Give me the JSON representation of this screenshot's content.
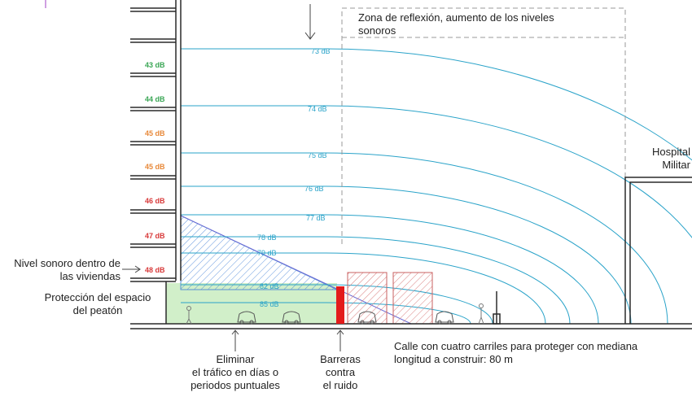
{
  "annotations": {
    "reflection_zone": "Zona de reflexión, aumento de los niveles sonoros",
    "reflection_zone_line1": "Zona de reflexión, aumento de los niveles",
    "reflection_zone_line2": "sonoros",
    "hospital_line1": "Hospital",
    "hospital_line2": "Militar",
    "indoor_level_line1": "Nivel sonoro dentro de",
    "indoor_level_line2": "las viviendas",
    "pedestrian_line1": "Protección del espacio",
    "pedestrian_line2": "del peatón",
    "street_line1": "Calle con cuatro carriles para proteger con mediana",
    "street_line2": "longitud a construir: 80 m",
    "eliminate_line1": "Eliminar",
    "eliminate_line2": "el tráfico en días o",
    "eliminate_line3": "periodos puntuales",
    "barrier_line1": "Barreras",
    "barrier_line2": "contra",
    "barrier_line3": "el ruido"
  },
  "floor_levels": [
    {
      "label": "43 dB",
      "color": "#3aa655"
    },
    {
      "label": "44 dB",
      "color": "#3aa655"
    },
    {
      "label": "45 dB",
      "color": "#e8893a"
    },
    {
      "label": "45 dB",
      "color": "#e8893a"
    },
    {
      "label": "46 dB",
      "color": "#d83a3a"
    },
    {
      "label": "47 dB",
      "color": "#d83a3a"
    },
    {
      "label": "48 dB",
      "color": "#d83a3a"
    }
  ],
  "contours": [
    {
      "label": "73 dB"
    },
    {
      "label": "74 dB"
    },
    {
      "label": "75 dB"
    },
    {
      "label": "76 dB"
    },
    {
      "label": "77 dB"
    },
    {
      "label": "78 dB"
    },
    {
      "label": "79 dB"
    },
    {
      "label": "82 dB"
    },
    {
      "label": "85 dB"
    }
  ],
  "colors": {
    "contour": "#2aa3c9",
    "barrier": "#e31b1b",
    "pedestrian_zone": "#c9ecc0",
    "shadow_hatch": "#3b7bd4",
    "hatch_box": "#d98080"
  }
}
